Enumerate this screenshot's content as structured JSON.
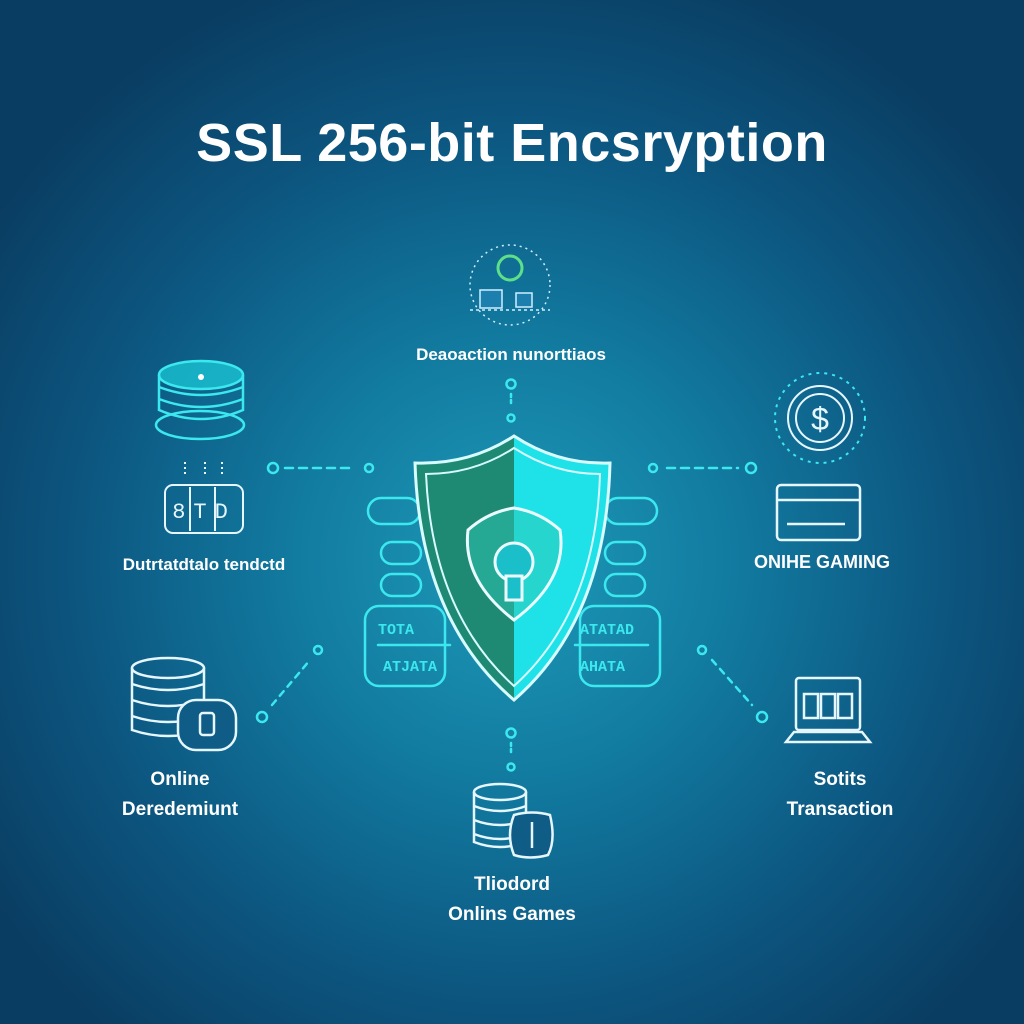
{
  "title": "SSL 256-bit Encsryption",
  "nodes": {
    "top": {
      "label": "Deaoaction nunorttiaos",
      "icon": "circuit-lock-icon"
    },
    "left_upper": {
      "label": "Dutrtatdtalo tendctd",
      "icon": "database-icon"
    },
    "right_upper": {
      "label": "ONIHE GAMING",
      "icon": "coin-dollar-icon"
    },
    "bottom_left": {
      "line1": "Online",
      "line2": "Deredemiunt",
      "icon": "database-lock-icon"
    },
    "bottom_center": {
      "line1": "Tliodord",
      "line2": "Onlins Games",
      "icon": "coin-stack-icon"
    },
    "bottom_right": {
      "line1": "Sotits",
      "line2": "Transaction",
      "icon": "laptop-slots-icon"
    }
  },
  "center": {
    "icon": "shield-keyhole-icon",
    "panel_left_row1": "TOTA",
    "panel_left_row2": "ATJATA",
    "panel_right_row1": "ATATAD",
    "panel_right_row2": "AHATA",
    "slot_reels": "8TD"
  },
  "colors": {
    "accent": "#2ee6ee",
    "shield_dark": "#1f8a74",
    "bg_dark": "#0a3d62"
  }
}
